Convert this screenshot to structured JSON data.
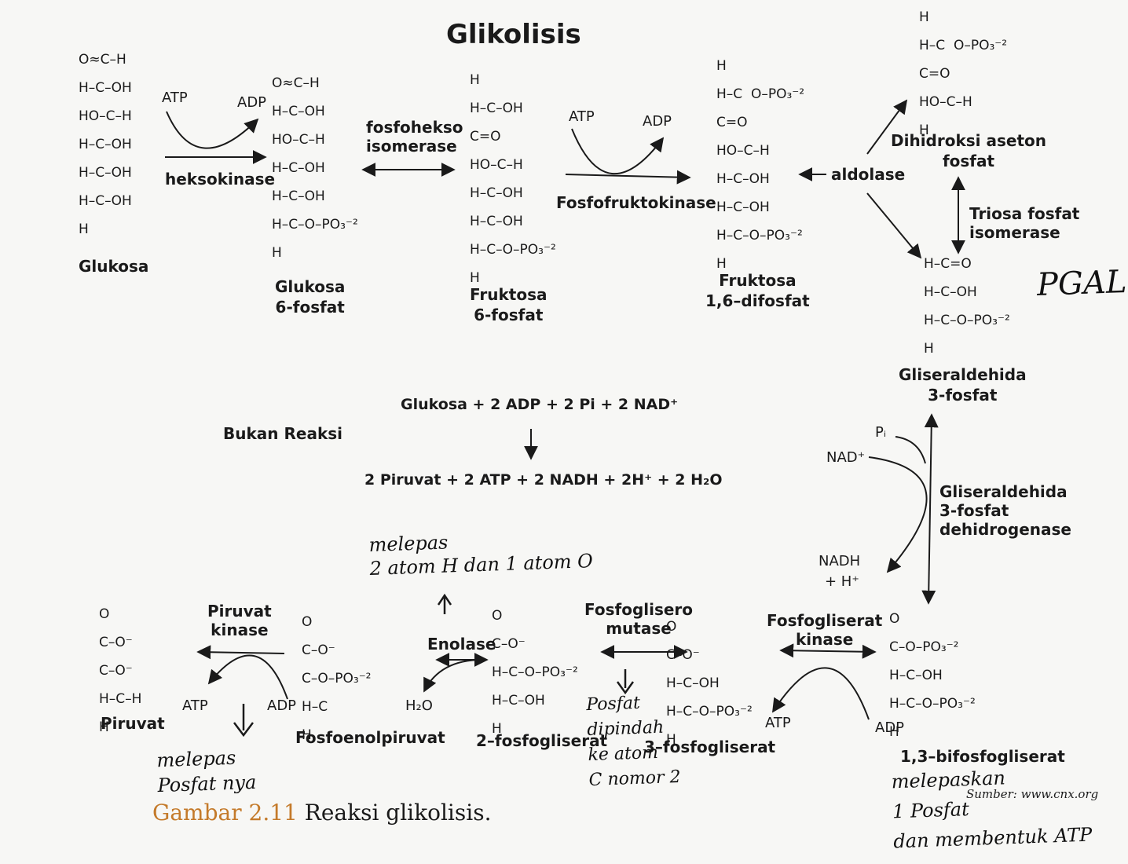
{
  "title": "Glikolisis",
  "molecules": {
    "glukosa": {
      "name": "Glukosa",
      "structure": [
        "O≈C–H",
        "H–C–OH",
        "HO–C–H",
        "H–C–OH",
        "H–C–OH",
        "H–C–OH",
        "H"
      ]
    },
    "glukosa6p": {
      "name": "Glukosa\n6-fosfat",
      "structure": [
        "O≈C–H",
        "H–C–OH",
        "HO–C–H",
        "H–C–OH",
        "H–C–OH",
        "H–C–O–PO₃⁻²",
        "H"
      ]
    },
    "fruktosa6p": {
      "name": "Fruktosa\n6-fosfat",
      "structure": [
        "H",
        "H–C–OH",
        "C=O",
        "HO–C–H",
        "H–C–OH",
        "H–C–OH",
        "H–C–O–PO₃⁻²",
        "H"
      ]
    },
    "fruktosa16dp": {
      "name": "Fruktosa\n1,6–difosfat",
      "structure": [
        "H",
        "H–C  O–PO₃⁻²",
        "C=O",
        "HO–C–H",
        "H–C–OH",
        "H–C–OH",
        "H–C–O–PO₃⁻²",
        "H"
      ]
    },
    "dhap": {
      "name": "Dihidroksi aseton\nfosfat",
      "structure": [
        "H",
        "H–C  O–PO₃⁻²",
        "C=O",
        "HO–C–H",
        "H"
      ]
    },
    "g3p": {
      "name": "Gliseraldehida\n3-fosfat",
      "structure": [
        "H–C=O",
        "H–C–OH",
        "H–C–O–PO₃⁻²",
        "H"
      ]
    },
    "bpg13": {
      "name": "1,3–bifosfogliserat",
      "structure": [
        "O",
        "C–O–PO₃⁻²",
        "H–C–OH",
        "H–C–O–PO₃⁻²",
        "H"
      ]
    },
    "pg3": {
      "name": "3–fosfogliserat",
      "structure": [
        "O",
        "C–O⁻",
        "H–C–OH",
        "H–C–O–PO₃⁻²",
        "H"
      ]
    },
    "pg2": {
      "name": "2–fosfogliserat",
      "structure": [
        "O",
        "C–O⁻",
        "H–C–O–PO₃⁻²",
        "H–C–OH",
        "H"
      ]
    },
    "pep": {
      "name": "Fosfoenolpiruvat",
      "structure": [
        "O",
        "C–O⁻",
        "C–O–PO₃⁻²",
        "H–C",
        "H"
      ]
    },
    "piruvat": {
      "name": "Piruvat",
      "structure": [
        "O",
        "C–O⁻",
        "C–O⁻",
        "H–C–H",
        "H"
      ]
    }
  },
  "enzymes": {
    "heksokinase": "heksokinase",
    "fosfoheksoisomerase": "fosfohekso\nisomerase",
    "fosfofruktokinase": "Fosfofruktokinase",
    "aldolase": "aldolase",
    "triosafosfatisomerase": "Triosa fosfat\nisomerase",
    "g3pdh": "Gliseraldehida\n3-fosfat\ndehidrogenase",
    "fosfogliseratkinase": "Fosfogliserat\nkinase",
    "fosfogliseromutase": "Fosfoglisero\nmutase",
    "enolase": "Enolase",
    "piruvatkinase": "Piruvat\nkinase"
  },
  "cofactors": {
    "atp": "ATP",
    "adp": "ADP",
    "nad": "NAD⁺",
    "nadh": "NADH",
    "hplus": "+ H⁺",
    "pi": "Pᵢ",
    "h2o": "H₂O"
  },
  "bukan_reaksi": "Bukan Reaksi",
  "equation": {
    "reactants": "Glukosa + 2 ADP + 2 Pi + 2 NAD⁺",
    "products": "2 Piruvat + 2 ATP + 2 NADH + 2H⁺ + 2 H₂O"
  },
  "handwriting": {
    "pgal": "PGAL",
    "enolase_note": "melepas\n2 atom H dan 1 atom O",
    "mutase_note": "Posfat\ndipindah\nke atom\nC nomor 2",
    "kinase_note": "melepas\nPosfat nya",
    "bpg_note": "melepaskan\n1 Posfat\ndan membentuk ATP"
  },
  "caption": {
    "figure": "Gambar 2.11",
    "text": "Reaksi glikolisis."
  },
  "source": "Sumber: www.cnx.org"
}
